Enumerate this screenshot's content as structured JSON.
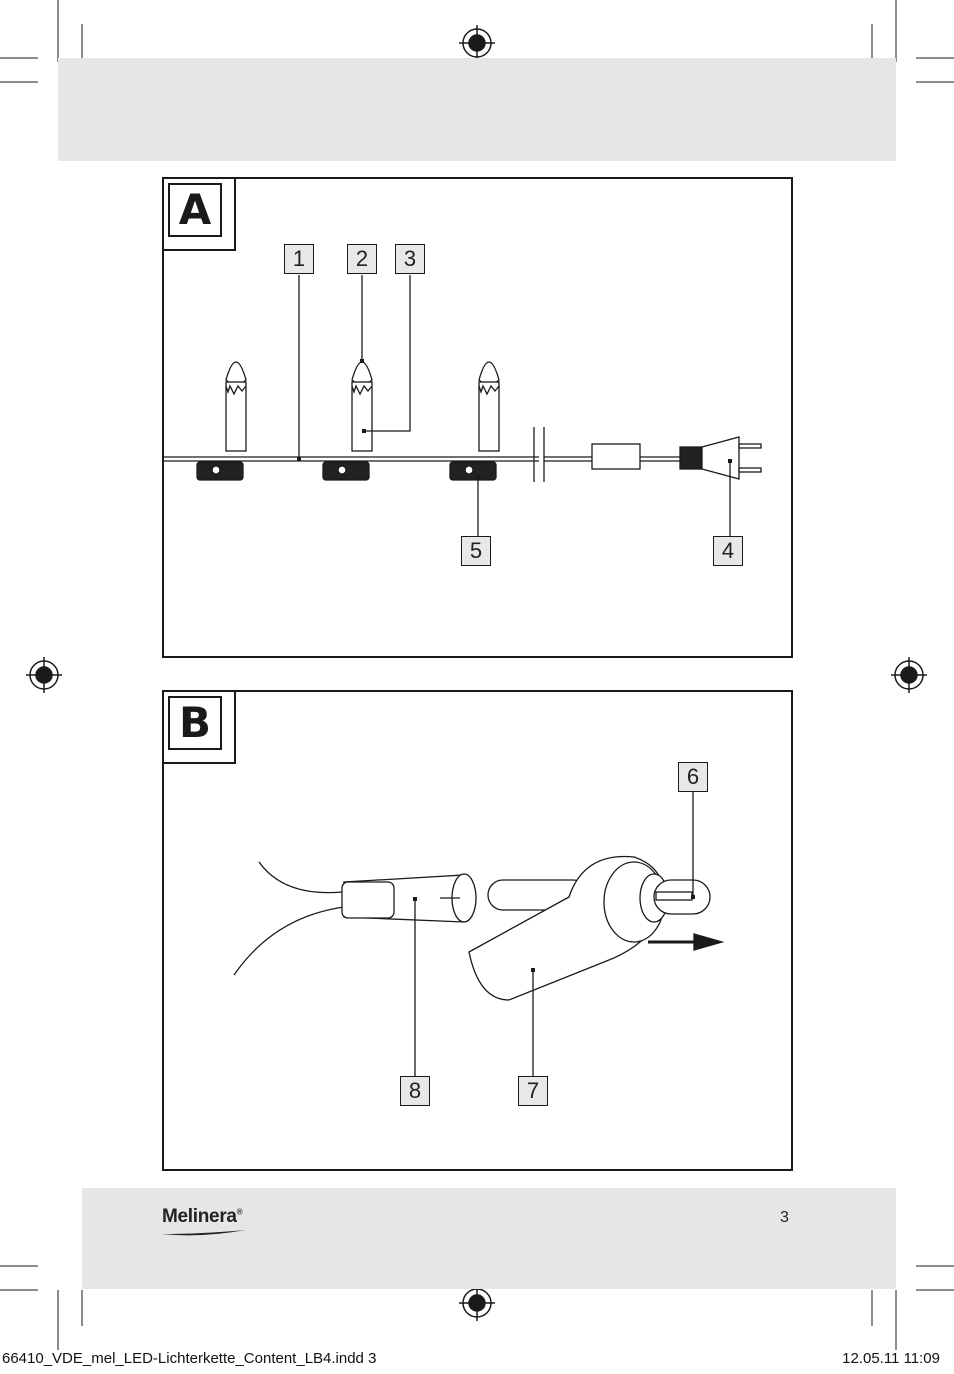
{
  "panel_a": {
    "letter": "A",
    "callouts": [
      "1",
      "2",
      "3",
      "4",
      "5"
    ]
  },
  "panel_b": {
    "letter": "B",
    "callouts": [
      "6",
      "7",
      "8"
    ]
  },
  "footer": {
    "brand": "Melinera",
    "brand_mark": "®",
    "page_number": "3",
    "file_name": "66410_VDE_mel_LED-Lichterkette_Content_LB4.indd   3",
    "date_time": "12.05.11   11:09"
  },
  "colors": {
    "band": "#e6e6e6",
    "line": "#1a1a1a"
  }
}
